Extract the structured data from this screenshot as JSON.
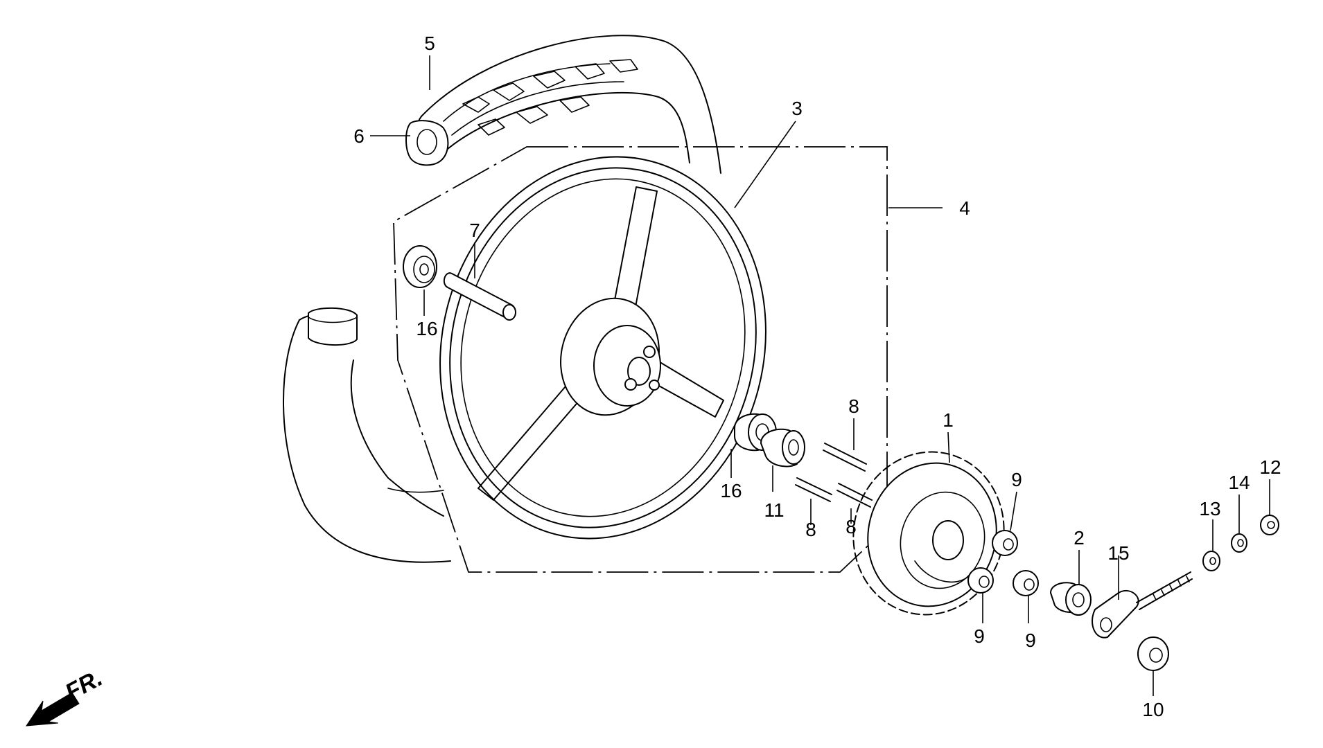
{
  "direction_marker": {
    "label": "FR.",
    "icon": "front-direction-arrow-icon"
  },
  "callouts": {
    "c1": "1",
    "c2": "2",
    "c3": "3",
    "c4": "4",
    "c5": "5",
    "c6": "6",
    "c7": "7",
    "c8a": "8",
    "c8b": "8",
    "c8c": "8",
    "c9a": "9",
    "c9b": "9",
    "c9c": "9",
    "c10": "10",
    "c11": "11",
    "c12": "12",
    "c13": "13",
    "c14": "14",
    "c15": "15",
    "c16a": "16",
    "c16b": "16"
  }
}
